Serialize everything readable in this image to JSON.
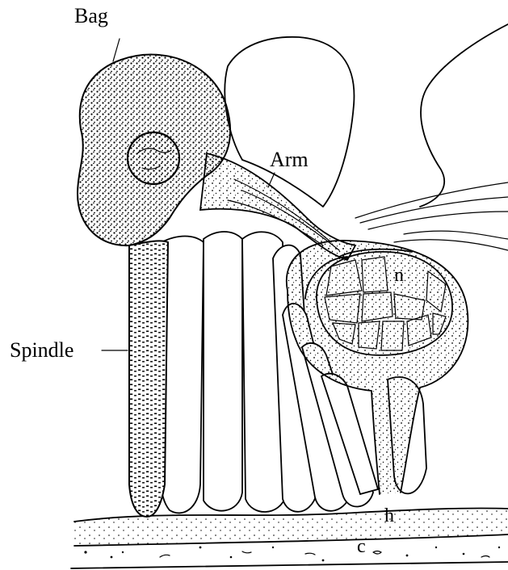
{
  "labels": {
    "bag": "Bag",
    "arm": "Arm",
    "spindle": "Spindle",
    "n": "n",
    "h": "h",
    "c": "c"
  }
}
